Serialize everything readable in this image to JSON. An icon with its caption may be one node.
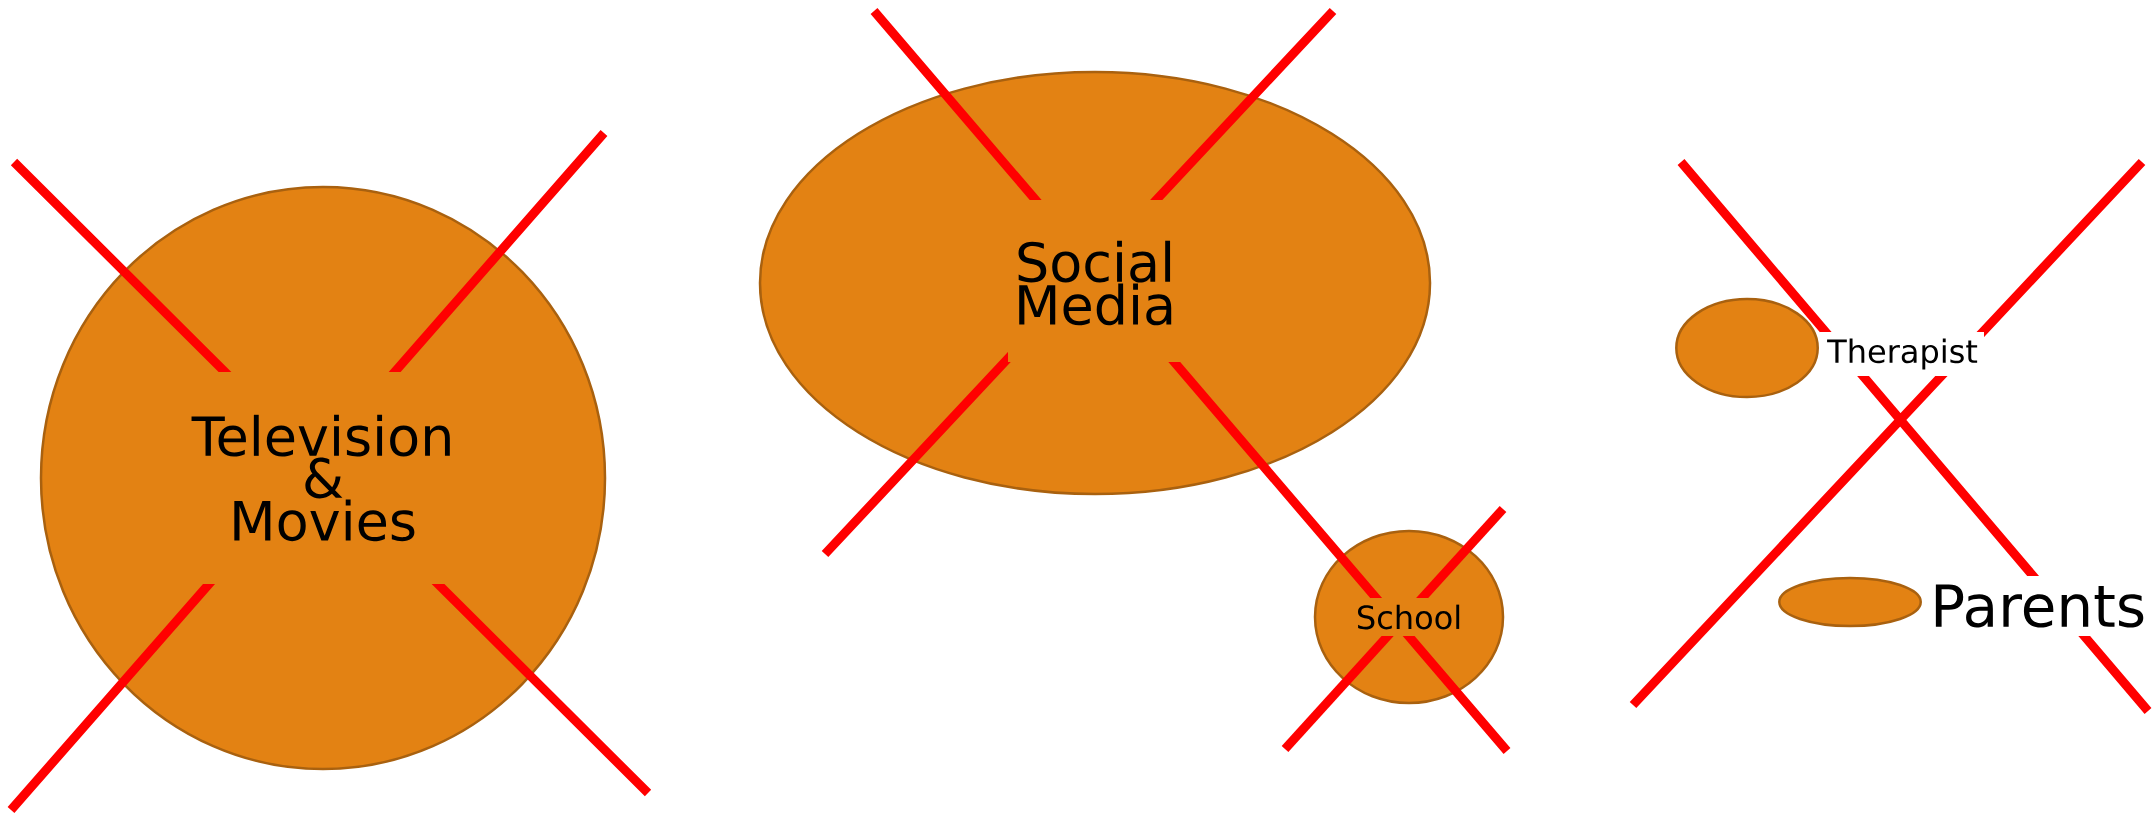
{
  "diagram": {
    "nodes": [
      {
        "text": [
          "Television & Movies"
        ]
      },
      {
        "text": [
          "Social Media"
        ]
      },
      {
        "text": [
          "School"
        ]
      },
      {
        "text": [],
        "shape": "ellipse",
        "beside": [
          "Therapist"
        ]
      },
      {
        "text": [],
        "shape": "ellipse",
        "beside": [
          "Parents"
        ]
      }
    ]
  }
}
